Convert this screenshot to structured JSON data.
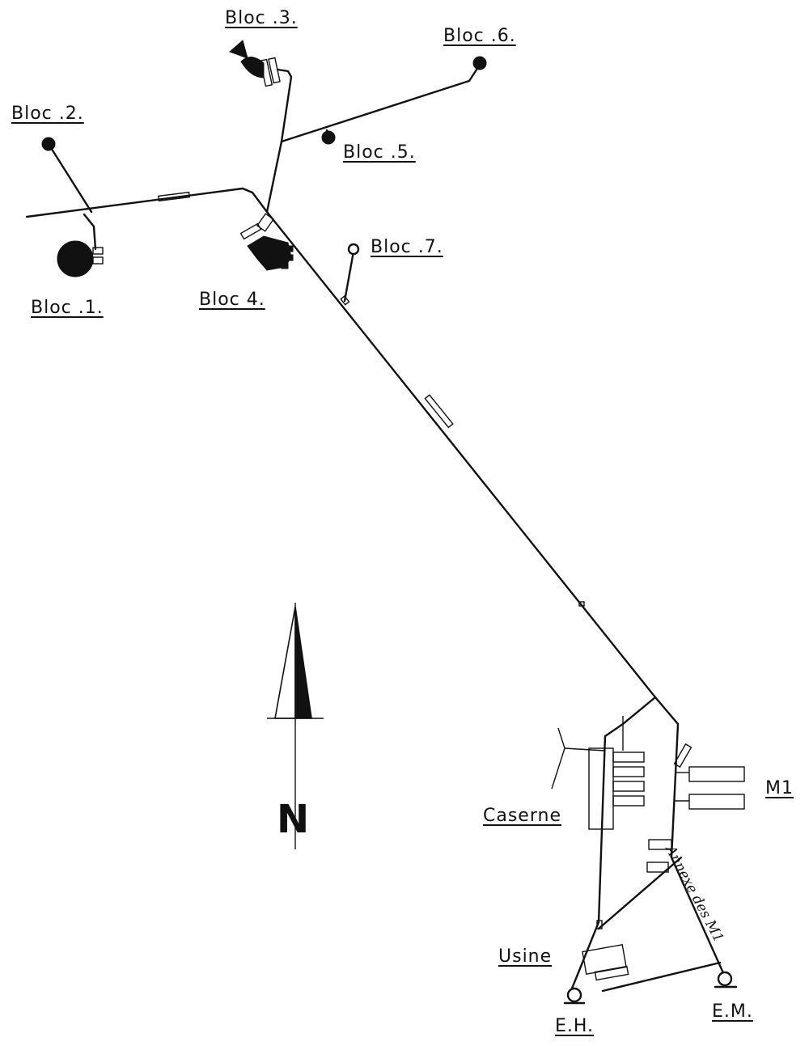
{
  "labels": {
    "bloc1": "Bloc .1.",
    "bloc2": "Bloc .2.",
    "bloc3": "Bloc .3.",
    "bloc4": "Bloc 4.",
    "bloc5": "Bloc .5.",
    "bloc6": "Bloc .6.",
    "bloc7": "Bloc .7.",
    "caserne": "Caserne",
    "m1": "M1",
    "annexe": "Annexe des M1",
    "usine": "Usine",
    "eh": "E.H.",
    "em": "E.M."
  },
  "north_arrow": {
    "letter": "N"
  },
  "colors": {
    "ink": "#111111",
    "paper": "#ffffff"
  }
}
